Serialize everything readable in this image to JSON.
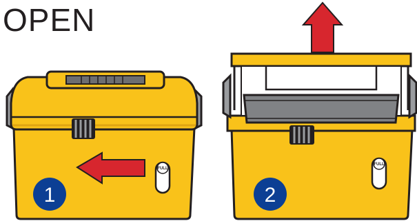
{
  "title": "OPEN",
  "steps": [
    {
      "number": "1",
      "full_label": "FULL"
    },
    {
      "number": "2",
      "full_label": "FULL"
    }
  ],
  "colors": {
    "body": "#f9c21a",
    "body_shade": "#e0a512",
    "outline": "#231f20",
    "arrow": "#d7262e",
    "badge": "#0c3f94",
    "filter": "#808285"
  },
  "icons": [
    "left-arrow-icon",
    "up-arrow-icon",
    "full-indicator-icon"
  ]
}
